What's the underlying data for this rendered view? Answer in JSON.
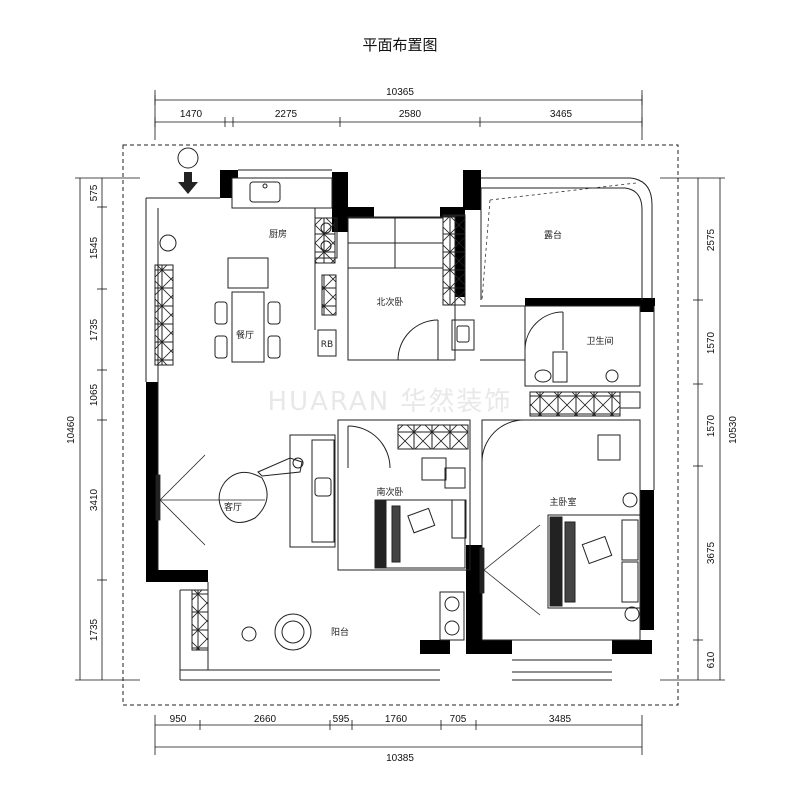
{
  "title": "平面布置图",
  "watermark": "HUARAN 华然装饰",
  "dimensions": {
    "top_total": "10365",
    "top_segments": [
      "1470",
      "2275",
      "2580",
      "3465"
    ],
    "bottom_total": "10385",
    "bottom_segments": [
      "950",
      "2660",
      "595",
      "1760",
      "705",
      "3485"
    ],
    "left_total": "10460",
    "left_segments": [
      "575",
      "1545",
      "1735",
      "1065",
      "3410",
      "1735"
    ],
    "right_total": "10530",
    "right_segments": [
      "2575",
      "1570",
      "1570",
      "3675",
      "610"
    ]
  },
  "rooms": {
    "kitchen": "厨房",
    "dining": "餐厅",
    "north_bedroom": "北次卧",
    "terrace": "露台",
    "bathroom": "卫生间",
    "living": "客厅",
    "south_bedroom": "南次卧",
    "master_bedroom": "主卧室",
    "balcony": "阳台"
  },
  "labels": {
    "rb": "RB"
  },
  "colors": {
    "wall": "#000000",
    "line": "#222222",
    "watermark": "#e8e8e8"
  }
}
